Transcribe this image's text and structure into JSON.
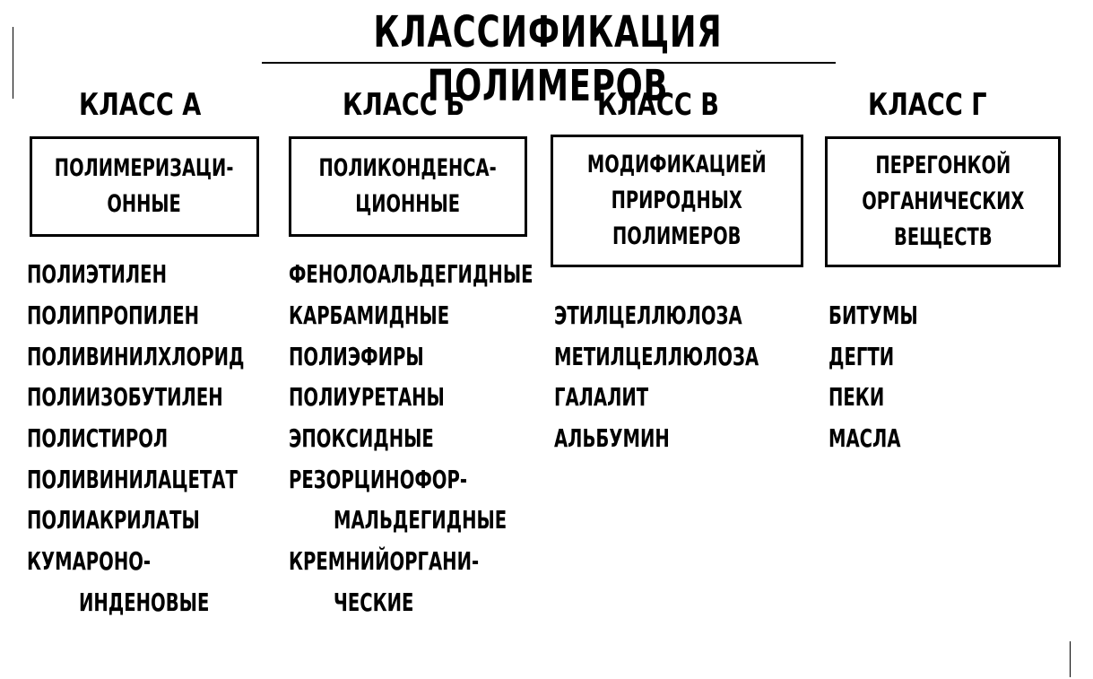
{
  "title": "КЛАССИФИКАЦИЯ ПОЛИМЕРОВ",
  "classes": [
    {
      "label": "КЛАСС А",
      "box_text": "ПОЛИМЕРИЗАЦИ-\nОННЫЕ",
      "items": [
        "ПОЛИЭТИЛЕН",
        "ПОЛИПРОПИЛЕН",
        "ПОЛИВИНИЛХЛОРИД",
        "ПОЛИИЗОБУТИЛЕН",
        "ПОЛИСТИРОЛ",
        "ПОЛИВИНИЛАЦЕТАТ",
        "ПОЛИАКРИЛАТЫ",
        "КУМАРОНО-",
        "ИНДЕНОВЫЕ"
      ]
    },
    {
      "label": "КЛАСС Б",
      "box_text": "ПОЛИКОНДЕНСА-\nЦИОННЫЕ",
      "items": [
        "ФЕНОЛОАЛЬДЕГИДНЫЕ",
        "КАРБАМИДНЫЕ",
        "ПОЛИЭФИРЫ",
        "ПОЛИУРЕТАНЫ",
        "ЭПОКСИДНЫЕ",
        "РЕЗОРЦИНОФОР-",
        "МАЛЬДЕГИДНЫЕ",
        "КРЕМНИЙОРГАНИ-",
        "ЧЕСКИЕ"
      ]
    },
    {
      "label": "КЛАСС В",
      "box_text": "МОДИФИКАЦИЕЙ\nПРИРОДНЫХ\nПОЛИМЕРОВ",
      "items": [
        "ЭТИЛЦЕЛЛЮЛОЗА",
        "МЕТИЛЦЕЛЛЮЛОЗА",
        "ГАЛАЛИТ",
        "АЛЬБУМИН"
      ]
    },
    {
      "label": "КЛАСС Г",
      "box_text": "ПЕРЕГОНКОЙ\nОРГАНИЧЕСКИХ\nВЕЩЕСТВ",
      "items": [
        "БИТУМЫ",
        "ДЕГТИ",
        "ПЕКИ",
        "МАСЛА"
      ]
    }
  ]
}
